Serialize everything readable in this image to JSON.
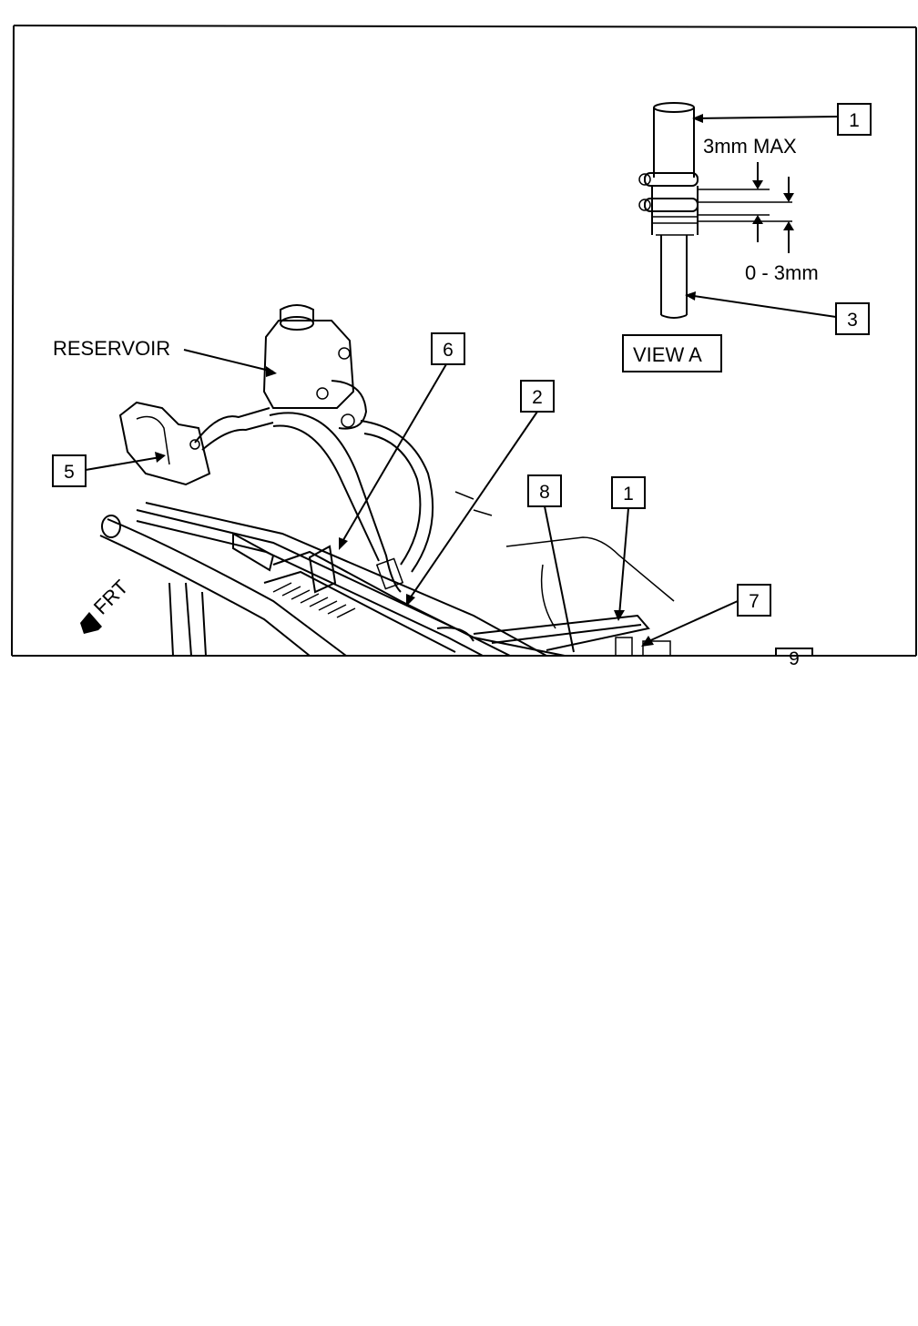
{
  "labels": {
    "reservoir": "RESERVOIR",
    "view_a": "VIEW A",
    "dim_max": "3mm MAX",
    "dim_range": "0 - 3mm",
    "front": "FRT"
  },
  "callouts": {
    "c1_top": "1",
    "c3": "3",
    "c6": "6",
    "c2": "2",
    "c5": "5",
    "c8": "8",
    "c1_lower": "1",
    "c7": "7",
    "c9_partial": "9"
  }
}
